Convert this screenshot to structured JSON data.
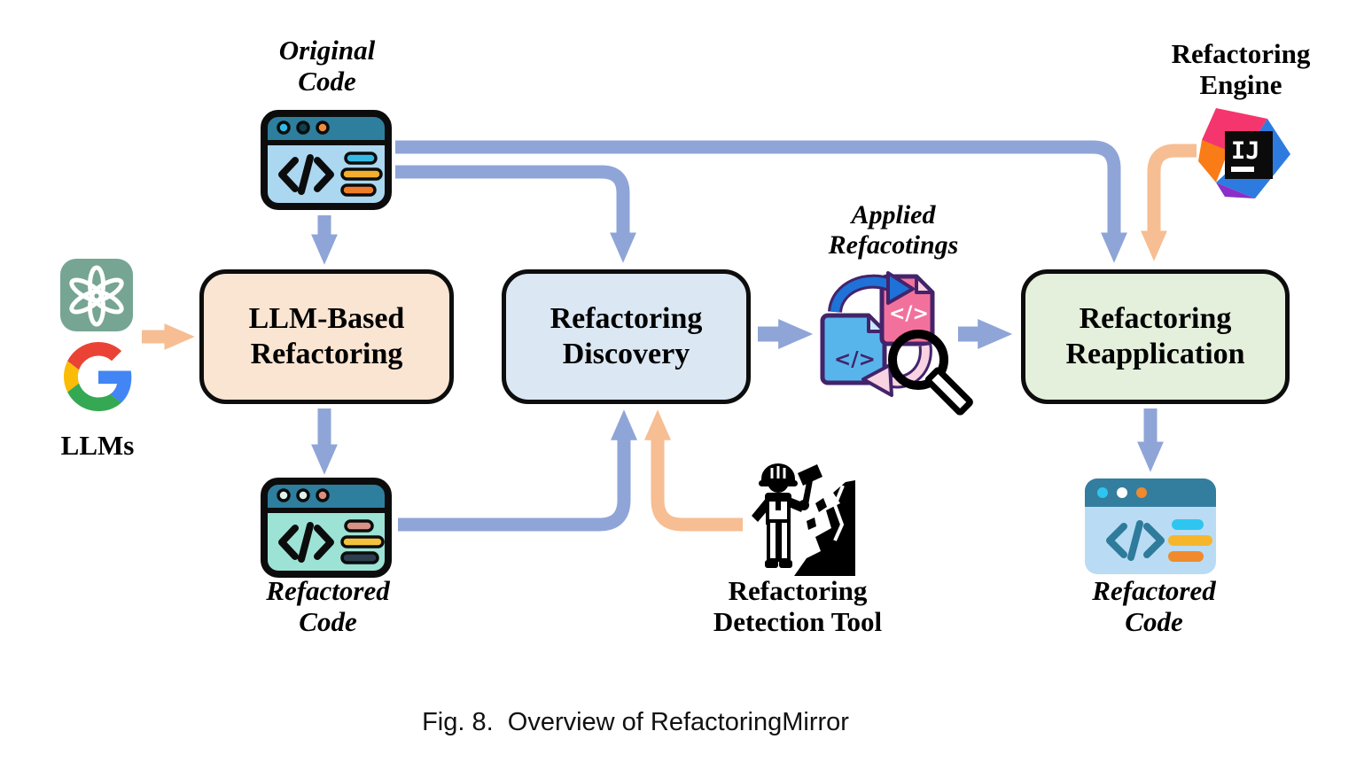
{
  "figure_caption": "Fig. 8.  Overview of RefactoringMirror",
  "nodes": {
    "original_code": {
      "line1": "Original",
      "line2": "Code"
    },
    "refactoring_engine": {
      "line1": "Refactoring",
      "line2": "Engine"
    },
    "llms": {
      "label": "LLMs"
    },
    "llm_based_refactoring": {
      "line1": "LLM-Based",
      "line2": "Refactoring"
    },
    "refactoring_discovery": {
      "line1": "Refactoring",
      "line2": "Discovery"
    },
    "applied_refactorings": {
      "line1": "Applied",
      "line2": "Refacotings"
    },
    "refactoring_reapplication": {
      "line1": "Refactoring",
      "line2": "Reapplication"
    },
    "refactored_code_left": {
      "line1": "Refactored",
      "line2": "Code"
    },
    "refactored_code_right": {
      "line1": "Refactored",
      "line2": "Code"
    },
    "refactoring_detection_tool": {
      "line1": "Refactoring",
      "line2": "Detection Tool"
    }
  },
  "icons": {
    "code_glyph": "</>",
    "intellij_monogram": "IJ"
  },
  "colors": {
    "arrow_blue": "#8FA5D8",
    "arrow_orange": "#F6BE92",
    "llm_box_fill": "#FAE5D2",
    "discovery_box_fill": "#DBE7F3",
    "reapplication_box_fill": "#E4EFDC",
    "box_border": "#0D0D0D"
  }
}
